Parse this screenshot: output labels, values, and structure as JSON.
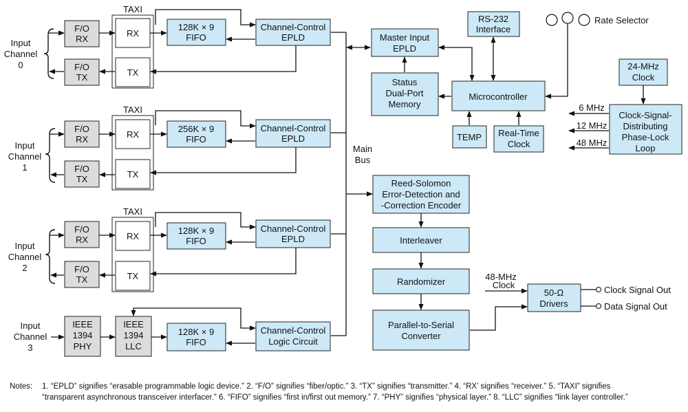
{
  "colors": {
    "block_fill": "#cde9f7",
    "phy_fill": "#dcdcdc",
    "line": "#111111"
  },
  "channels": [
    {
      "in_label": [
        "Input",
        "Channel",
        "0"
      ],
      "taxi": "TAXI",
      "rx_phy": [
        "F/O",
        "RX"
      ],
      "tx_phy": [
        "F/O",
        "TX"
      ],
      "rx": "RX",
      "tx": "TX",
      "fifo": [
        "128K × 9",
        "FIFO"
      ],
      "control": [
        "Channel-Control",
        "EPLD"
      ]
    },
    {
      "in_label": [
        "Input",
        "Channel",
        "1"
      ],
      "taxi": "TAXI",
      "rx_phy": [
        "F/O",
        "RX"
      ],
      "tx_phy": [
        "F/O",
        "TX"
      ],
      "rx": "RX",
      "tx": "TX",
      "fifo": [
        "256K × 9",
        "FIFO"
      ],
      "control": [
        "Channel-Control",
        "EPLD"
      ]
    },
    {
      "in_label": [
        "Input",
        "Channel",
        "2"
      ],
      "taxi": "TAXI",
      "rx_phy": [
        "F/O",
        "RX"
      ],
      "tx_phy": [
        "F/O",
        "TX"
      ],
      "rx": "RX",
      "tx": "TX",
      "fifo": [
        "128K × 9",
        "FIFO"
      ],
      "control": [
        "Channel-Control",
        "EPLD"
      ]
    },
    {
      "in_label": [
        "Input",
        "Channel",
        "3"
      ],
      "phy": [
        "IEEE",
        "1394",
        "PHY"
      ],
      "llc": [
        "IEEE",
        "1394",
        "LLC"
      ],
      "fifo": [
        "128K × 9",
        "FIFO"
      ],
      "control": [
        "Channel-Control",
        "Logic Circuit"
      ]
    }
  ],
  "main_bus": [
    "Main",
    "Bus"
  ],
  "master_input": [
    "Master Input",
    "EPLD"
  ],
  "rs232": [
    "RS-232",
    "Interface"
  ],
  "rate_selector": "Rate Selector",
  "status_memory": [
    "Status",
    "Dual-Port",
    "Memory"
  ],
  "microcontroller": "Microcontroller",
  "temp": "TEMP",
  "rtc": [
    "Real-Time",
    "Clock"
  ],
  "clock_24": [
    "24-MHz",
    "Clock"
  ],
  "pll": [
    "Clock-Signal-",
    "Distributing",
    "Phase-Lock",
    "Loop"
  ],
  "pll_outputs": [
    "6 MHz",
    "12 MHz",
    "48 MHz"
  ],
  "reed_solomon": [
    "Reed-Solomon",
    "Error-Detection and",
    "-Correction Encoder"
  ],
  "interleaver": "Interleaver",
  "randomizer": "Randomizer",
  "p2s": [
    "Parallel-to-Serial",
    "Converter"
  ],
  "clock_48_in": [
    "48-MHz",
    "Clock"
  ],
  "drivers": [
    "50-Ω",
    "Drivers"
  ],
  "clock_out": "Clock Signal Out",
  "data_out": "Data Signal Out",
  "notes_label": "Notes:",
  "notes_line1": "1. “EPLD” signifies “erasable programmable logic device.” 2. “F/O” signifies “fiber/optic.” 3. “TX” signifies “transmitter.” 4. “RX’ signifies “receiver.” 5. “TAXI” signifies",
  "notes_line2": "“transparent asynchronous transceiver interfacer.” 6. “FIFO” signifies “first in/first out memory.” 7. “PHY” signifies “physical layer.” 8. “LLC” signifies “link layer controller.”"
}
